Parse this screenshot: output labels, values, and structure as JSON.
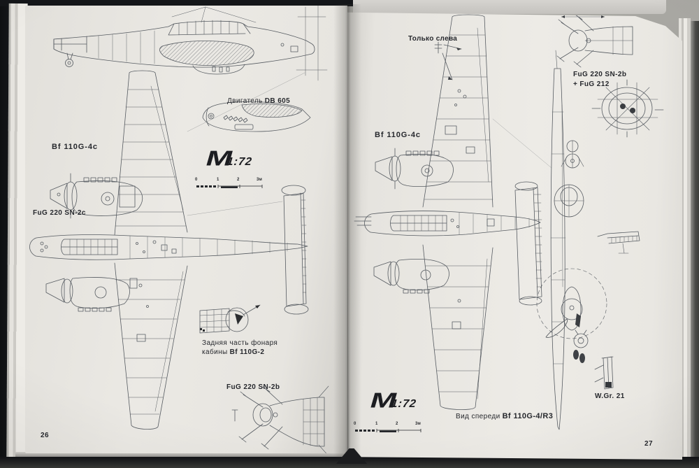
{
  "meta": {
    "description": "Photo of an open book spread with Messerschmitt Bf 110 1:72 scale technical drawings"
  },
  "colors": {
    "desk": "#a2a19c",
    "cover": "#16181b",
    "page": "#ebe9e4",
    "ink": "#26282d",
    "drawing_line": "#565b61"
  },
  "left_page": {
    "page_number": "26",
    "variant_label": "Bf 110G-4c",
    "engine_caption": {
      "prefix": "Двигатель",
      "bold": "DB 605"
    },
    "radar_top_label": "FuG 220 SN-2c",
    "canopy_caption": {
      "line1": "Задняя часть фонаря",
      "line2_prefix": "кабины",
      "line2_bold": "Bf 110G-2"
    },
    "radar_bottom_label": "FuG 220 SN-2b",
    "scale_logo": {
      "m": "M",
      "ratio": "1:72"
    },
    "scale_bar_ticks": [
      "0",
      "1",
      "2",
      "3м"
    ]
  },
  "right_page": {
    "page_number": "27",
    "note_label": "Только слева",
    "variant_label": "Bf 110G-4c",
    "radar_caption": {
      "line1": "FuG 220 SN-2b",
      "line2": "+ FuG 212"
    },
    "front_view_caption": {
      "prefix": "Вид спереди",
      "bold": "Bf 110G-4/R3"
    },
    "rocket_label": "W.Gr. 21",
    "scale_logo": {
      "m": "M",
      "ratio": "1:72"
    },
    "scale_bar_ticks": [
      "0",
      "1",
      "2",
      "3м"
    ]
  }
}
